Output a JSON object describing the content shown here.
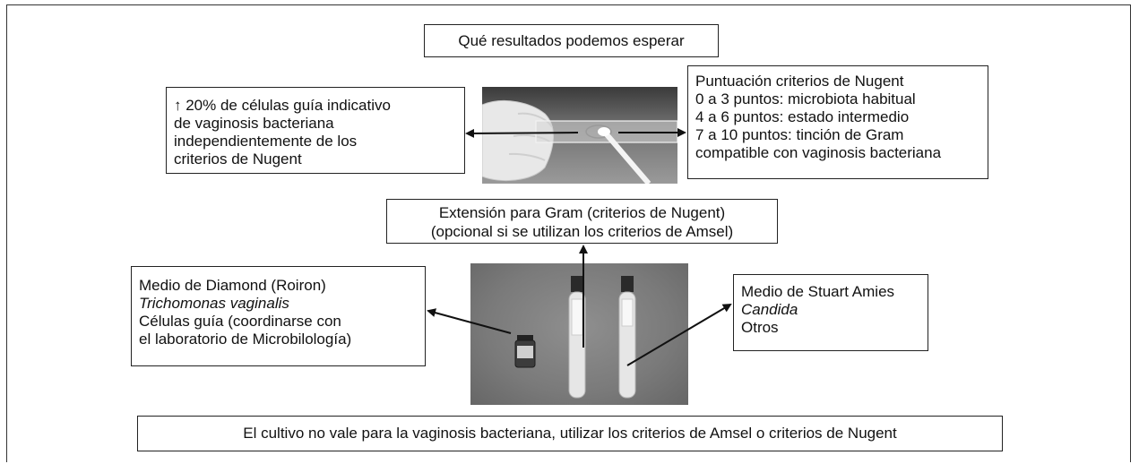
{
  "title": "Qué resultados podemos esperar",
  "left_top_box": {
    "lines": [
      "↑ 20% de células guía indicativo",
      "de vaginosis bacteriana",
      "independientemente de los",
      "criterios de Nugent"
    ]
  },
  "right_top_box": {
    "lines": [
      "Puntuación criterios de Nugent",
      "0 a 3 puntos: microbiota habitual",
      "4 a 6 puntos: estado intermedio",
      "7 a 10 puntos: tinción de Gram",
      "compatible con vaginosis bacteriana"
    ]
  },
  "gram_box": {
    "lines": [
      "Extensión para Gram (criterios de Nugent)",
      "(opcional si se utilizan los criterios de Amsel)"
    ]
  },
  "left_bottom_box": {
    "line1": "Medio de Diamond (Roiron)",
    "line2_italic": "Trichomonas vaginalis",
    "line3": "Células guía (coordinarse con",
    "line4": "el laboratorio de Microbilología)"
  },
  "right_bottom_box": {
    "line1": "Medio de Stuart Amies",
    "line2_italic": "Candida",
    "line3": "Otros"
  },
  "footer": "El cultivo no vale para la vaginosis bacteriana, utilizar los criterios de Amsel o criterios de Nugent",
  "images": {
    "top_photo": "glove-holding-slide-with-swab-photo",
    "bottom_photo": "culture-vial-and-two-swab-tubes-photo"
  }
}
